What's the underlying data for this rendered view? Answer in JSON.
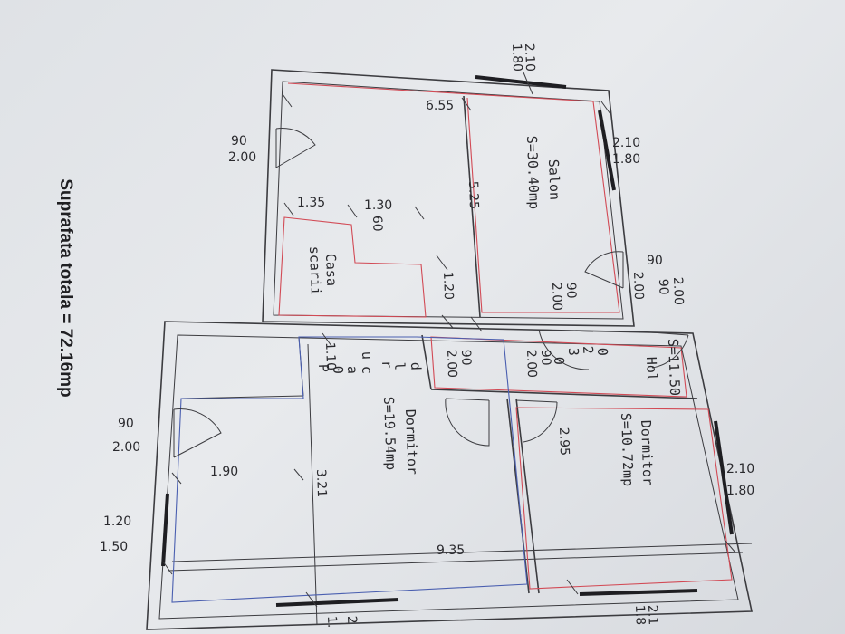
{
  "total_area": "Suprafata totala = 72.16mp",
  "rooms": {
    "salon_name": "Salon",
    "salon_area": "S=30.40mp",
    "casa_line1": "Casa",
    "casa_line2": "scarii",
    "dormitor1_name": "Dormitor",
    "dormitor1_area": "S=19.54mp",
    "dormitor2_name": "Dormitor",
    "dormitor2_area": "S=10.72mp",
    "hol_name": "Hol",
    "hol_area": "S=11.50",
    "hol_extra": "3",
    "hol_extra2": "0",
    "hol_mark": "2",
    "hol_mark2": "0",
    "bucatarie_line1": "d",
    "bucatarie_line2": "l",
    "bucatarie_line3": "u",
    "bucatarie_line4": "c",
    "bucatarie_line5": "a",
    "bucatarie_line6": "r",
    "bucatarie_line7": "P",
    "bucatarie_line8": "0"
  },
  "dimensions": {
    "d655": "6.55",
    "d525": "5.25",
    "d135": "1.35",
    "d130": "1.30",
    "d60": "60",
    "d120": "1.20",
    "d190": "1.90",
    "d321": "3.21",
    "d935": "9.35",
    "d295": "2.95",
    "d110": "1.10",
    "d1": "1"
  },
  "openings": {
    "win_top_h": "2.10",
    "win_top_w": "1.80",
    "win_salon_h": "2.10",
    "win_salon_w": "1.80",
    "door_left_w": "90",
    "door_left_h": "2.00",
    "door_salon_w": "90",
    "door_salon_h": "2.00",
    "door_hol_w": "90",
    "door_hol_h": "2.00",
    "door_hol2_h": "2.00",
    "door_hol2_w": "90",
    "door_dorm_w": "90",
    "door_dorm_h": "2.00",
    "door_dorm2_w": "90",
    "door_dorm2_h": "2.00",
    "door_ext_w": "90",
    "door_ext_h": "2.00",
    "win_left_h": "1.20",
    "win_left_w": "1.50",
    "win_right_h": "2.10",
    "win_right_w": "1.80",
    "win_bottom_h": "2.1",
    "win_bottom_w": "1.8",
    "win_bottom2": "2",
    "win_bottom3": "1."
  },
  "colors": {
    "wall": "#3c3c40",
    "room_outline_red": "#d24a55",
    "room_outline_blue": "#4a5fb0",
    "paper": "#e3e5e8"
  }
}
